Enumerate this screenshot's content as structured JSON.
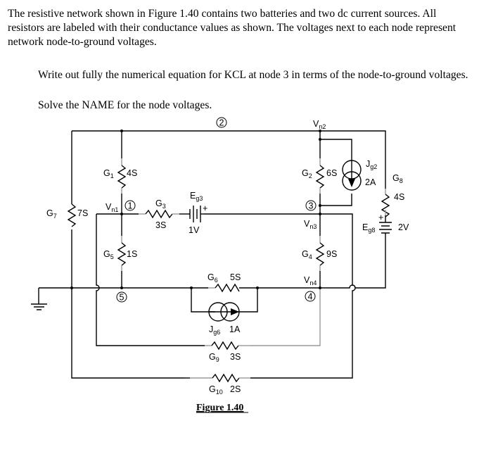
{
  "text": {
    "intro": "The resistive network shown in Figure 1.40 contains two batteries and two dc current sources. All resistors are labeled with their conductance values as shown. The voltages next to each node represent network node-to-ground voltages.",
    "question_1": "Write out fully the numerical equation for KCL at node 3 in terms of the node-to-ground voltages.",
    "question_2": "Solve the NAME for the node voltages."
  },
  "figure": {
    "caption": "Figure 1.40",
    "nodes": [
      {
        "id": "1",
        "voltage": "V",
        "voltage_sub": "n1"
      },
      {
        "id": "2",
        "voltage": "V",
        "voltage_sub": "n2"
      },
      {
        "id": "3",
        "voltage": "V",
        "voltage_sub": "n3"
      },
      {
        "id": "4",
        "voltage": "V",
        "voltage_sub": "n4"
      },
      {
        "id": "5",
        "voltage": "",
        "voltage_sub": ""
      }
    ],
    "conductances": {
      "G1": {
        "name": "G",
        "sub": "1",
        "value": "4S"
      },
      "G2": {
        "name": "G",
        "sub": "2",
        "value": "6S"
      },
      "G3": {
        "name": "G",
        "sub": "3",
        "value": "3S"
      },
      "G4": {
        "name": "G",
        "sub": "4",
        "value": "9S"
      },
      "G5": {
        "name": "G",
        "sub": "5",
        "value": "1S"
      },
      "G6": {
        "name": "G",
        "sub": "6",
        "value": "5S"
      },
      "G7": {
        "name": "G",
        "sub": "7",
        "value": "7S"
      },
      "G8": {
        "name": "G",
        "sub": "8",
        "value": "4S"
      },
      "G9": {
        "name": "G",
        "sub": "9",
        "value": "3S"
      },
      "G10": {
        "name": "G",
        "sub": "10",
        "value": "2S"
      }
    },
    "sources": {
      "Eg3": {
        "name": "E",
        "sub": "g3",
        "value": "1V",
        "plus": "+"
      },
      "Eg8": {
        "name": "E",
        "sub": "g8",
        "value": "2V",
        "plus": "+"
      },
      "Jg2": {
        "name": "J",
        "sub": "g2",
        "value": "2A"
      },
      "Jg6": {
        "name": "J",
        "sub": "g6",
        "value": "1A"
      }
    }
  }
}
